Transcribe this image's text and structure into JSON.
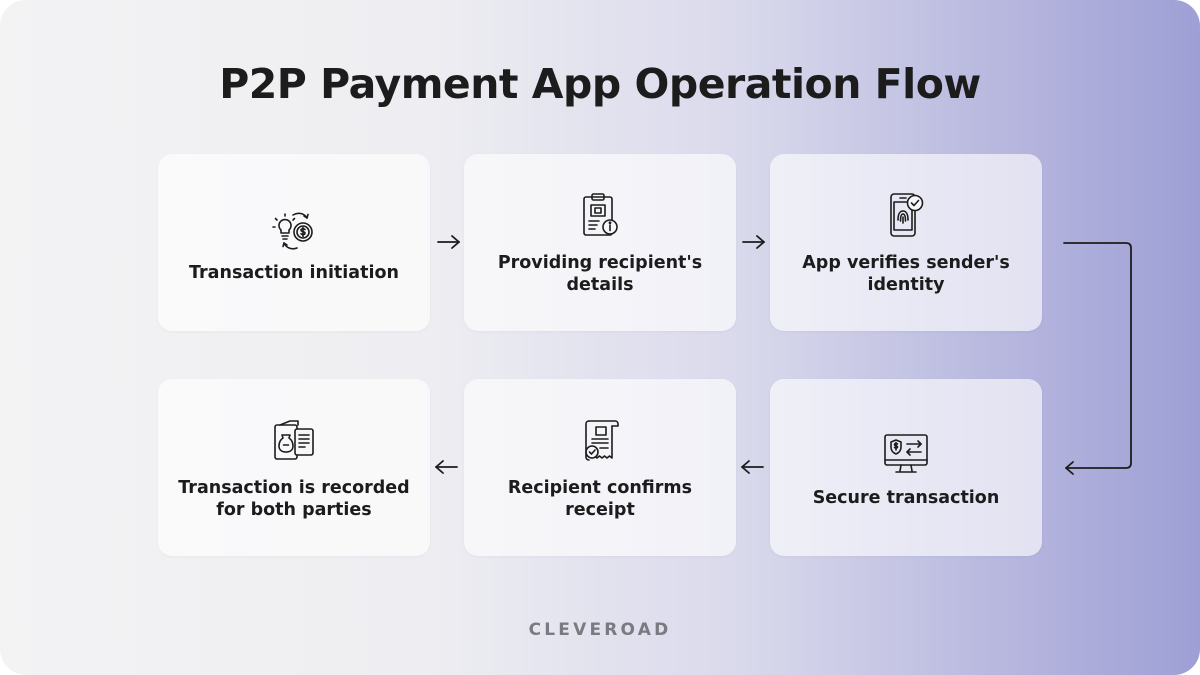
{
  "title": "P2P Payment App Operation Flow",
  "brand": "CLEVEROAD",
  "steps": [
    {
      "label": "Transaction initiation",
      "icon": "idea-money-cycle-icon"
    },
    {
      "label": "Providing recipient's details",
      "icon": "clipboard-info-icon"
    },
    {
      "label": "App verifies sender's identity",
      "icon": "phone-fingerprint-check-icon"
    },
    {
      "label": "Secure transaction",
      "icon": "monitor-transfer-icon"
    },
    {
      "label": "Recipient confirms receipt",
      "icon": "receipt-check-icon"
    },
    {
      "label": "Transaction is recorded for both parties",
      "icon": "wallet-document-icon"
    }
  ],
  "colors": {
    "text": "#1c1c1c",
    "brand": "#7a7a80",
    "arrow": "#1c1c1c",
    "gradient_start": "#f3f3f4",
    "gradient_end": "#9e9fd5"
  }
}
